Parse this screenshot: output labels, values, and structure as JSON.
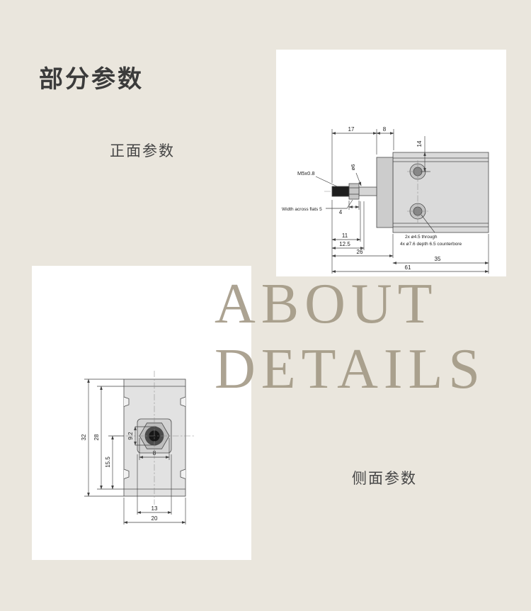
{
  "page": {
    "heading": "部分参数",
    "front_label": "正面参数",
    "side_label": "侧面参数",
    "watermark_line1": "ABOUT",
    "watermark_line2": "DETAILS"
  },
  "colors": {
    "background": "#eae6dd",
    "panel": "#ffffff",
    "drawing_lines": "#4a4a4a",
    "thread_fill": "#1f1f1f",
    "watermark": "#9d937f",
    "heading_text": "#3b3b3b"
  },
  "front_drawing": {
    "dim_top_1": "17",
    "dim_top_2": "8",
    "dim_side": "14",
    "thread_label": "M5x0.8",
    "rod_diameter": "ø6",
    "flats_label": "Width across flats 5",
    "nut_thickness": "4",
    "dim_bottom_1": "11",
    "dim_bottom_2": "12.5",
    "dim_bottom_3": "26",
    "dim_bottom_4": "35",
    "dim_bottom_5": "61",
    "hole_note_1": "2x ø4.5 through",
    "hole_note_2": "4x ø7.6 depth 6.5 counterbore"
  },
  "side_drawing": {
    "dim_height_overall": "32",
    "dim_height_inner": "28",
    "dim_height_lower": "15.5",
    "bore_diameter": "9.2",
    "nut_flats": "8",
    "dim_width_inner": "13",
    "dim_width_overall": "20"
  }
}
